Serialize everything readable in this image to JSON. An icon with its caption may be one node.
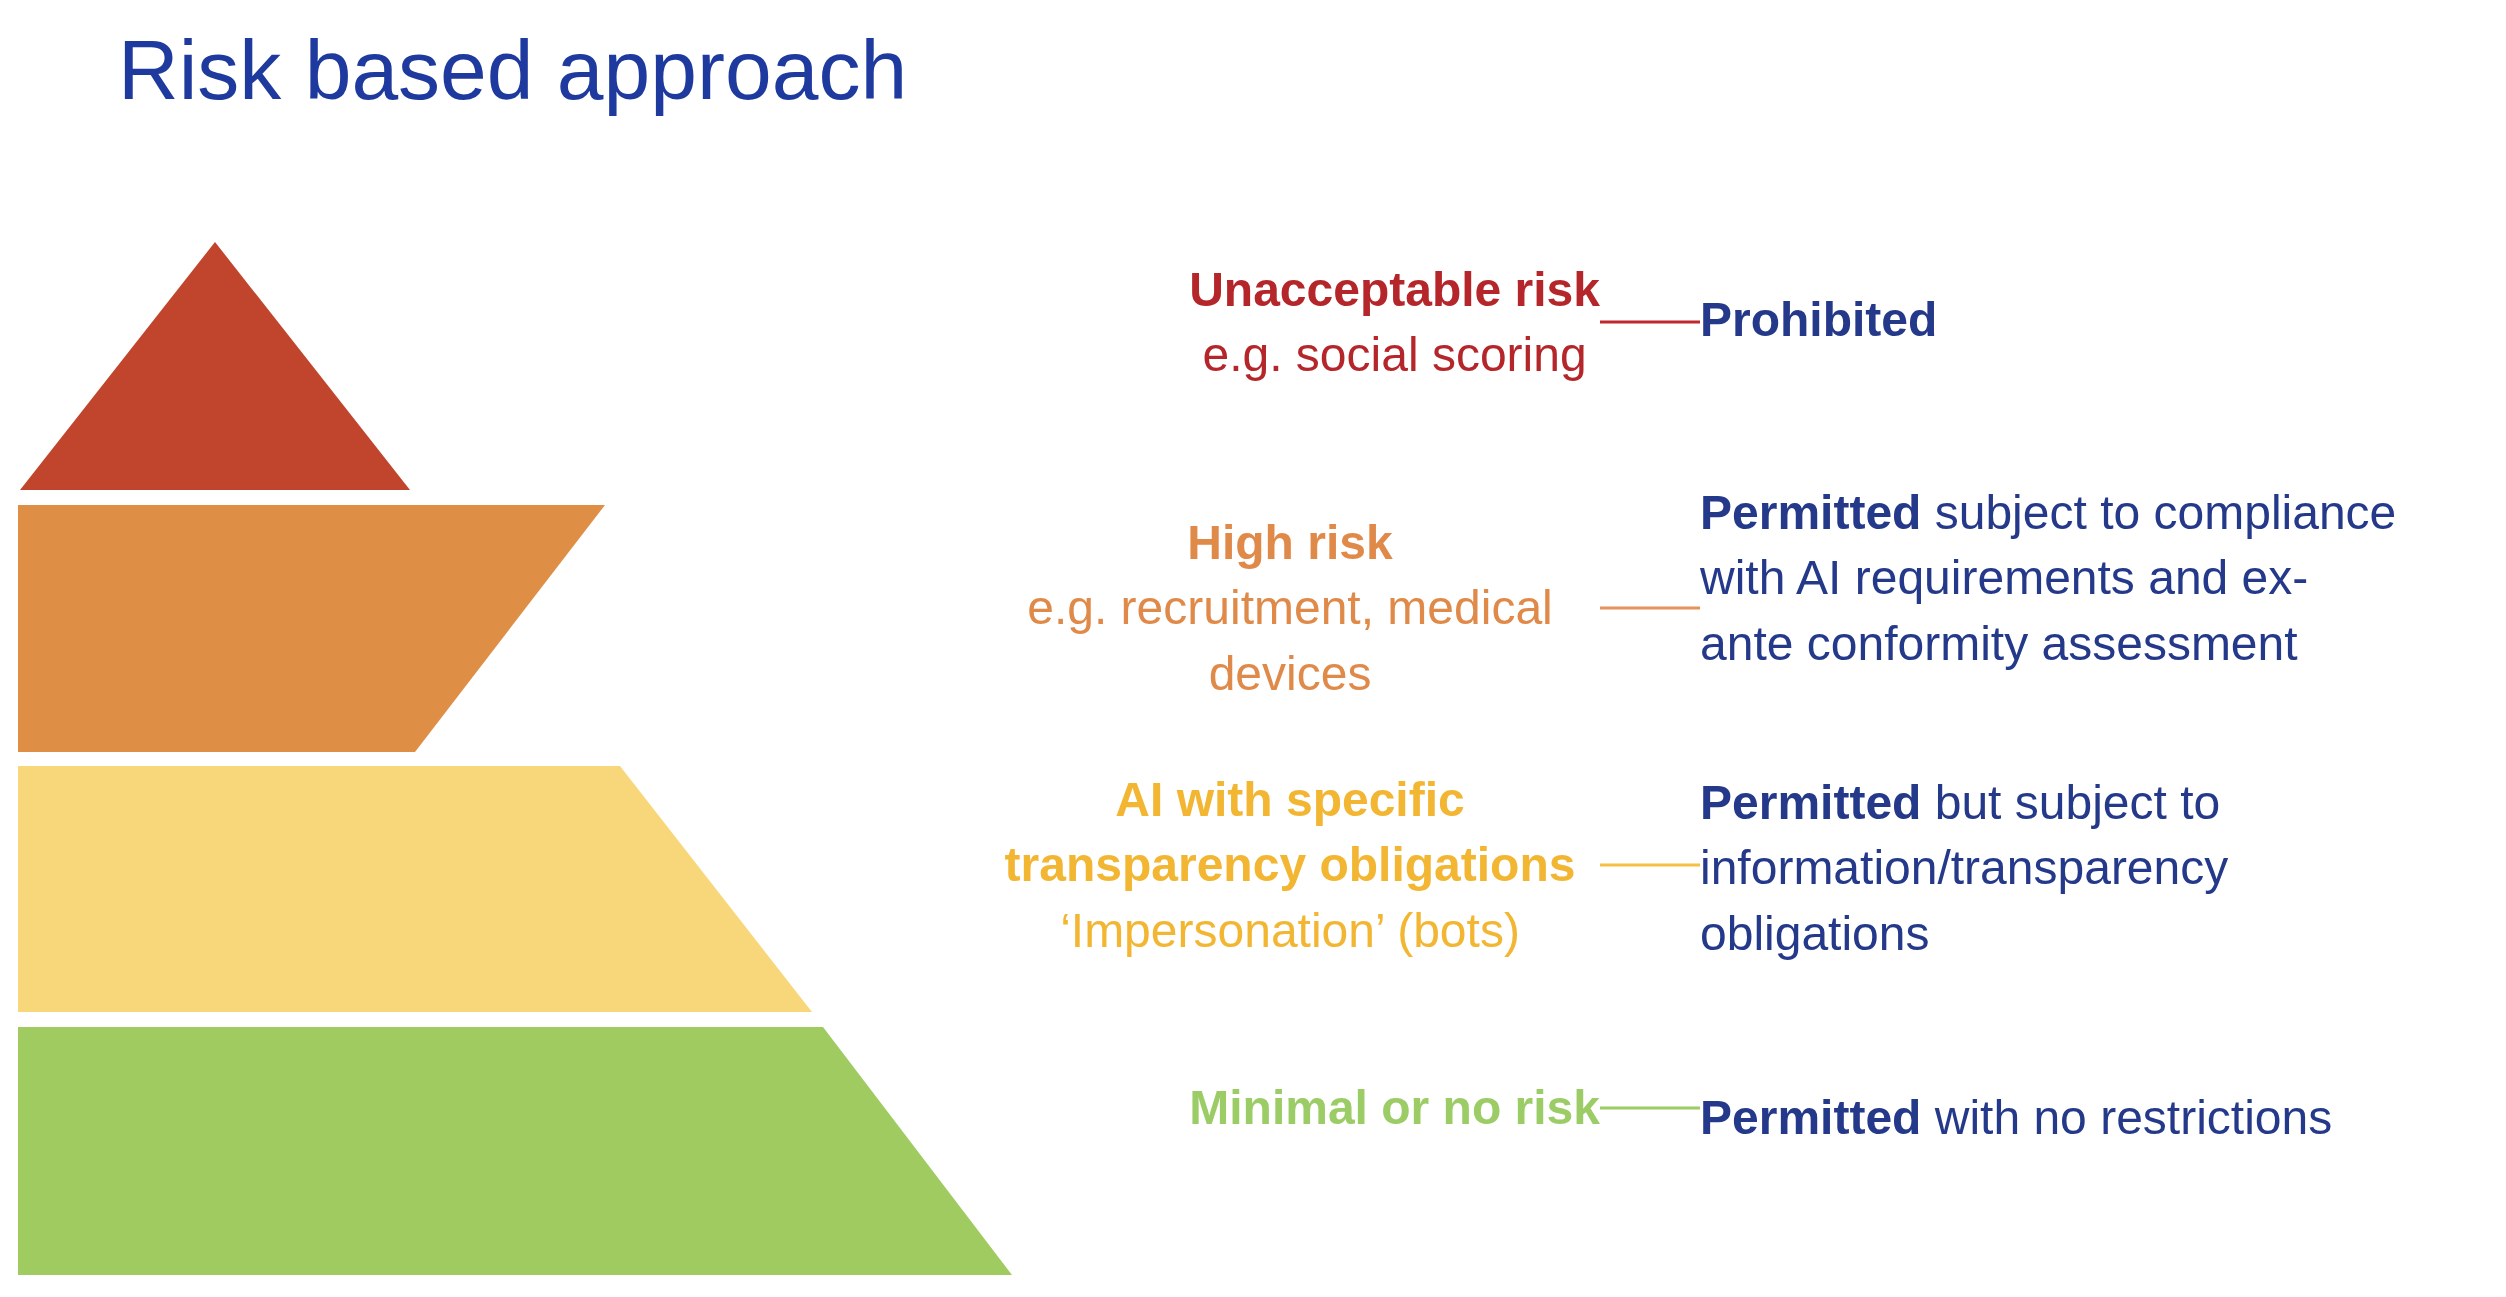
{
  "diagram": {
    "title": "Risk based approach",
    "nodes": [
      {
        "text": [
          "Unacceptable risk",
          "e.g. social scoring"
        ]
      },
      {
        "text": [
          "Prohibited"
        ]
      },
      {
        "text": [
          "High risk",
          "e.g. recruitment, medical devices"
        ]
      },
      {
        "text": [
          "**Permitted** subject to compliance with AI requirements and ex-ante conformity assessment"
        ]
      },
      {
        "text": [
          "AI with specific transparency obligations",
          "‘Impersonation’ (bots)"
        ]
      },
      {
        "text": [
          "**Permitted** but subject to information/transparency obligations"
        ]
      },
      {
        "text": [
          "Minimal or no risk"
        ]
      },
      {
        "text": [
          "**Permitted** with no restrictions"
        ]
      }
    ],
    "edges": [
      {
        "from": 0,
        "to": 1,
        "arrow": "none",
        "color": "#c0282d"
      },
      {
        "from": 2,
        "to": 3,
        "arrow": "none",
        "color": "#e5935a"
      },
      {
        "from": 4,
        "to": 5,
        "arrow": "none",
        "color": "#f5c043"
      },
      {
        "from": 6,
        "to": 7,
        "arrow": "none",
        "color": "#9ccc65"
      }
    ]
  }
}
